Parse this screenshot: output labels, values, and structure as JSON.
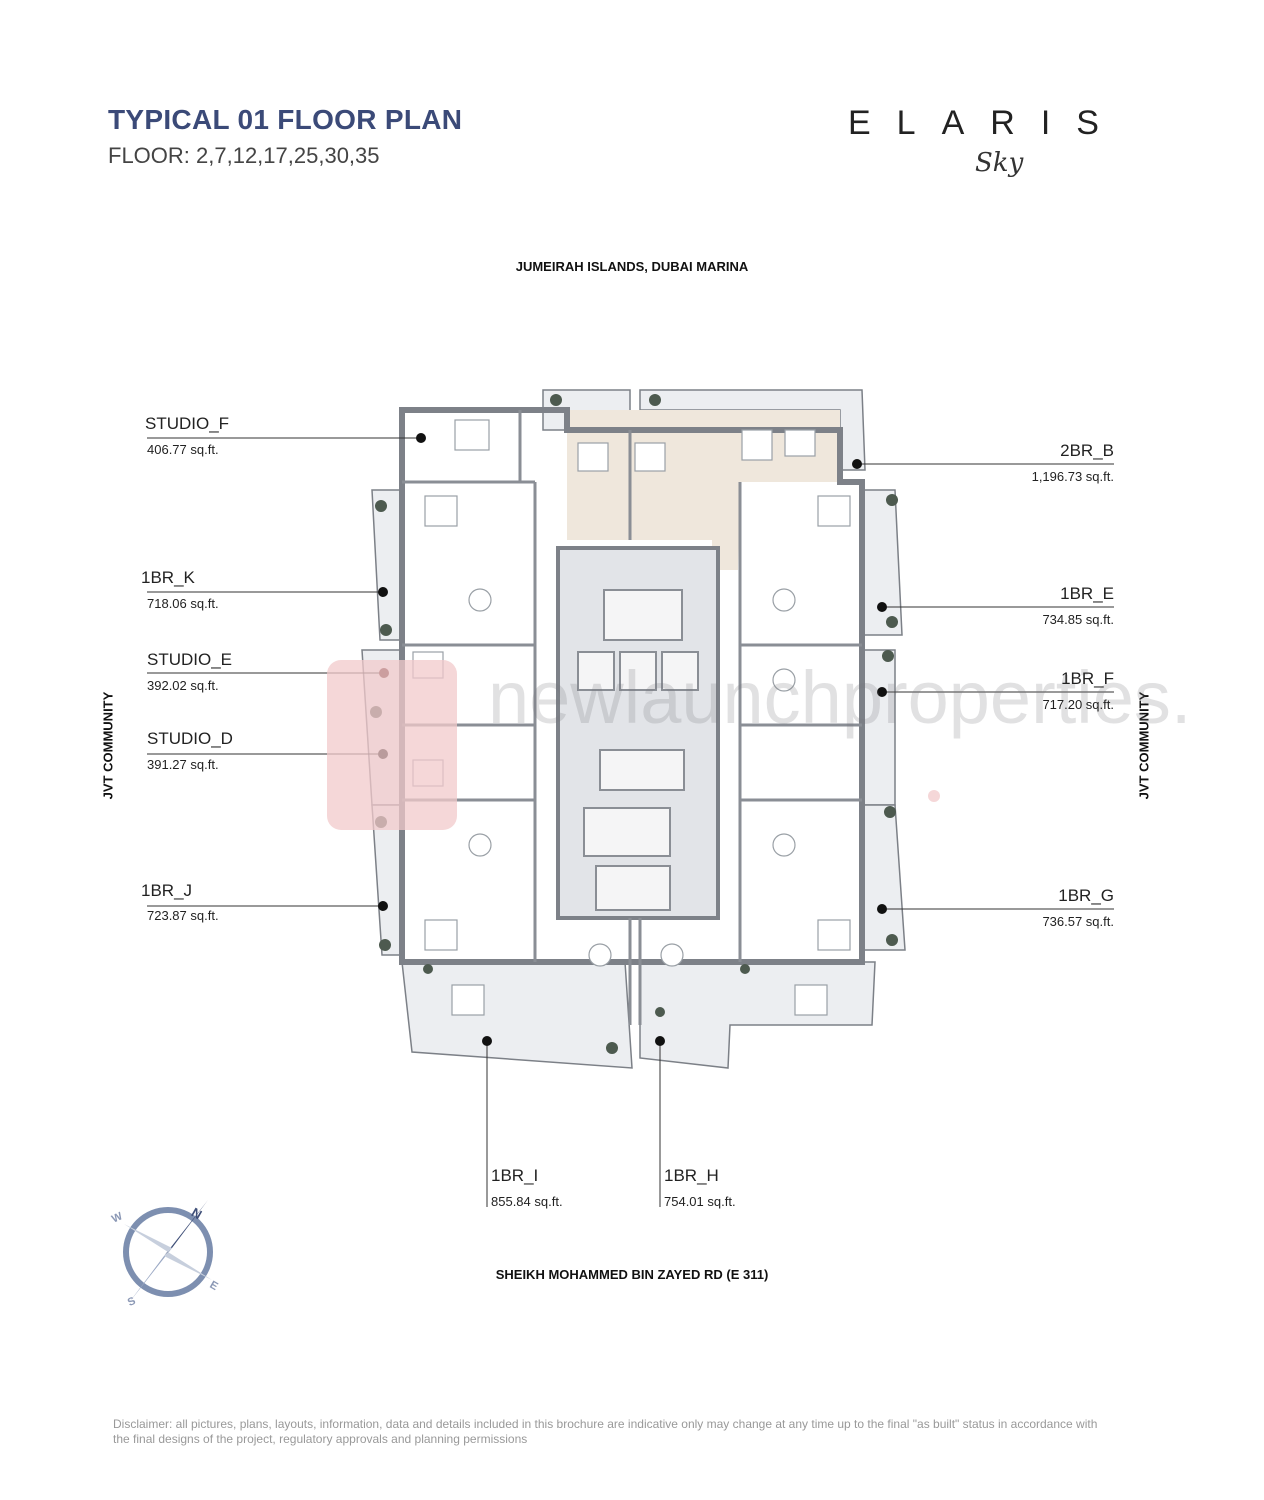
{
  "header": {
    "title": "TYPICAL 01 FLOOR PLAN",
    "floors": "FLOOR: 2,7,12,17,25,30,35"
  },
  "brand": {
    "name": "ELARIS",
    "tagline": "Sky"
  },
  "orientation": {
    "north_road": "JUMEIRAH ISLANDS, DUBAI MARINA",
    "south_road": "SHEIKH MOHAMMED BIN ZAYED RD (E 311)",
    "west_side": "JVT COMMUNITY",
    "east_side": "JVT COMMUNITY"
  },
  "units": [
    {
      "name": "STUDIO_F",
      "area": "406.77 sq.ft."
    },
    {
      "name": "2BR_B",
      "area": "1,196.73 sq.ft."
    },
    {
      "name": "1BR_K",
      "area": "718.06 sq.ft."
    },
    {
      "name": "1BR_E",
      "area": "734.85 sq.ft."
    },
    {
      "name": "STUDIO_E",
      "area": "392.02 sq.ft."
    },
    {
      "name": "1BR_F",
      "area": "717.20 sq.ft."
    },
    {
      "name": "STUDIO_D",
      "area": "391.27 sq.ft."
    },
    {
      "name": "1BR_J",
      "area": "723.87 sq.ft."
    },
    {
      "name": "1BR_G",
      "area": "736.57 sq.ft."
    },
    {
      "name": "1BR_I",
      "area": "855.84 sq.ft."
    },
    {
      "name": "1BR_H",
      "area": "754.01 sq.ft."
    }
  ],
  "compass": {
    "n": "N",
    "e": "E",
    "s": "S",
    "w": "W"
  },
  "watermark": "newlaunchproperties.",
  "disclaimer": "Disclaimer: all pictures, plans, layouts, information, data and details included in this brochure are indicative only may change at any time up to the final \"as built\" status in accordance with the final designs of the project, regulatory approvals and planning permissions"
}
